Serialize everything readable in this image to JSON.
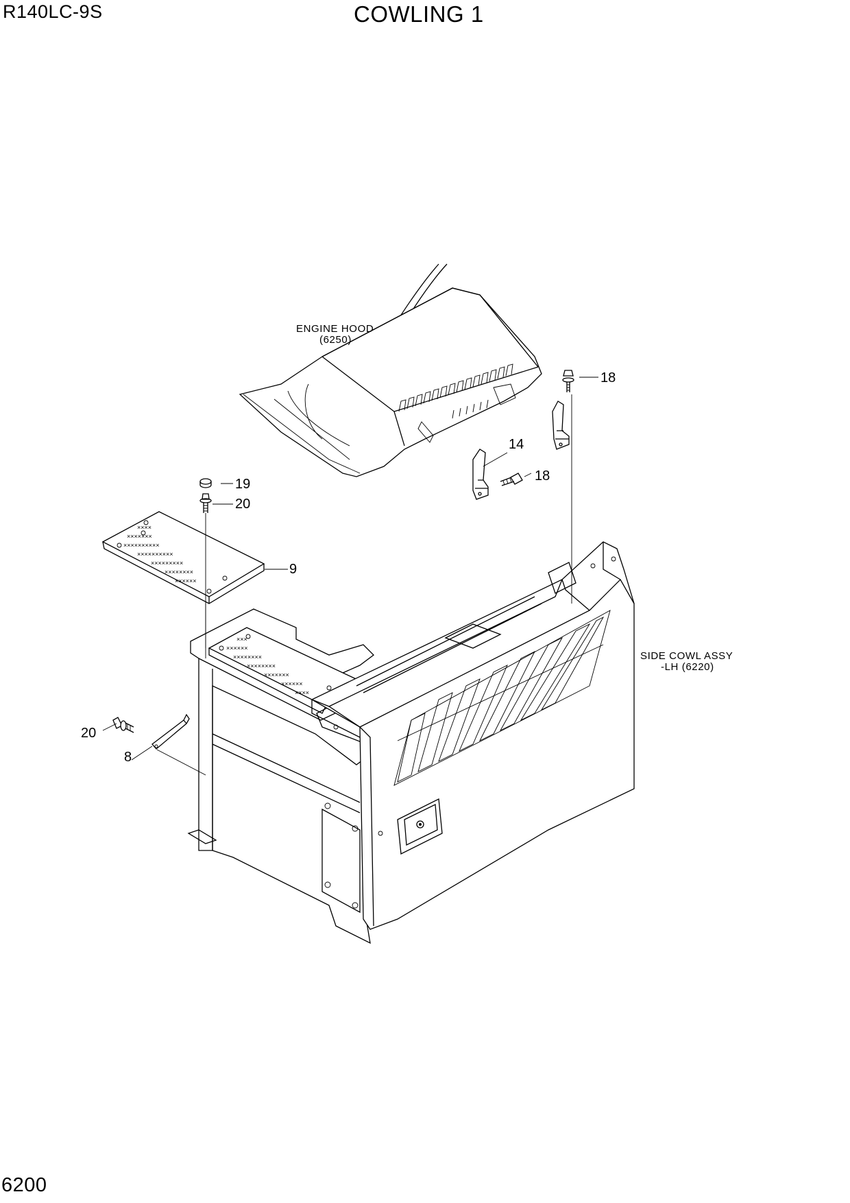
{
  "header": {
    "model": "R140LC-9S",
    "title": "COWLING 1"
  },
  "footer": {
    "page_number": "6200"
  },
  "notes": {
    "engine_hood_line1": "ENGINE HOOD",
    "engine_hood_line2": "(6250)",
    "side_cowl_line1": "SIDE COWL ASSY",
    "side_cowl_line2": "-LH (6220)"
  },
  "callouts": {
    "c18_top": "18",
    "c14": "14",
    "c18_mid": "18",
    "c19": "19",
    "c20_top": "20",
    "c9": "9",
    "c20_left": "20",
    "c8": "8"
  }
}
